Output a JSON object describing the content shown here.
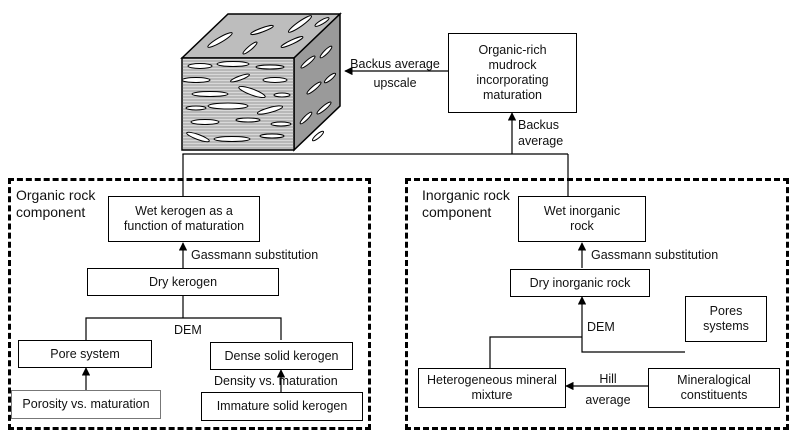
{
  "cube": {
    "name": "organic-rich mudrock layered model"
  },
  "top": {
    "mudrock_box": [
      "Organic-rich",
      "mudrock",
      "incorporating",
      "maturation"
    ],
    "upscale_label": [
      "Backus average",
      "upscale"
    ],
    "backus_label": [
      "Backus",
      "average"
    ]
  },
  "organic": {
    "title": [
      "Organic rock",
      "component"
    ],
    "wet_kerogen": [
      "Wet kerogen as a",
      "function of maturation"
    ],
    "gassmann_label": "Gassmann substitution",
    "dry_kerogen": "Dry kerogen",
    "dem_label": "DEM",
    "pore_system": "Pore system",
    "dense_kerogen": "Dense solid kerogen",
    "density_label": "Density vs. maturation",
    "porosity": "Porosity vs. maturation",
    "immature": "Immature solid kerogen"
  },
  "inorganic": {
    "title": [
      "Inorganic rock",
      "component"
    ],
    "wet_inorganic": [
      "Wet inorganic",
      "rock"
    ],
    "gassmann_label": "Gassmann substitution",
    "dry_inorganic": "Dry inorganic rock",
    "pores_systems": [
      "Pores",
      "systems"
    ],
    "dem_label": "DEM",
    "heterogeneous": [
      "Heterogeneous mineral",
      "mixture"
    ],
    "hill_label": [
      "Hill",
      "average"
    ],
    "mineralogical": [
      "Mineralogical",
      "constituents"
    ]
  }
}
